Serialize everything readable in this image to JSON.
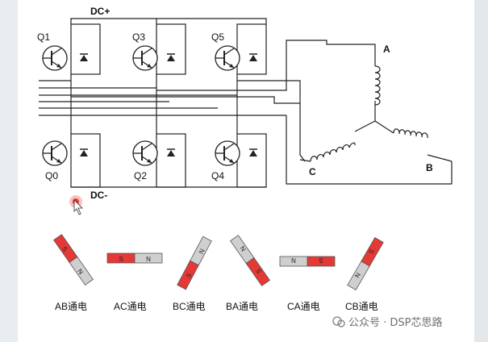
{
  "diagram": {
    "rail_top": "DC+",
    "rail_bottom": "DC-",
    "transistors": [
      "Q1",
      "Q3",
      "Q5",
      "Q0",
      "Q2",
      "Q4"
    ],
    "phases": [
      "A",
      "B",
      "C"
    ]
  },
  "magnets": {
    "n_label": "N",
    "s_label": "S",
    "items": [
      {
        "caption": "AB通电",
        "angle_deg": 55
      },
      {
        "caption": "AC通电",
        "angle_deg": 0
      },
      {
        "caption": "BC通电",
        "angle_deg": -62
      },
      {
        "caption": "BA通电",
        "angle_deg": -125
      },
      {
        "caption": "CA通电",
        "angle_deg": 180
      },
      {
        "caption": "CB通电",
        "angle_deg": 120
      }
    ]
  },
  "watermark": {
    "text": "公众号 · DSP芯思路"
  },
  "colors": {
    "magnet_red": "#e53935",
    "magnet_gray": "#cfcfcf",
    "line": "#222222",
    "cursor_dot": "#e53935"
  }
}
